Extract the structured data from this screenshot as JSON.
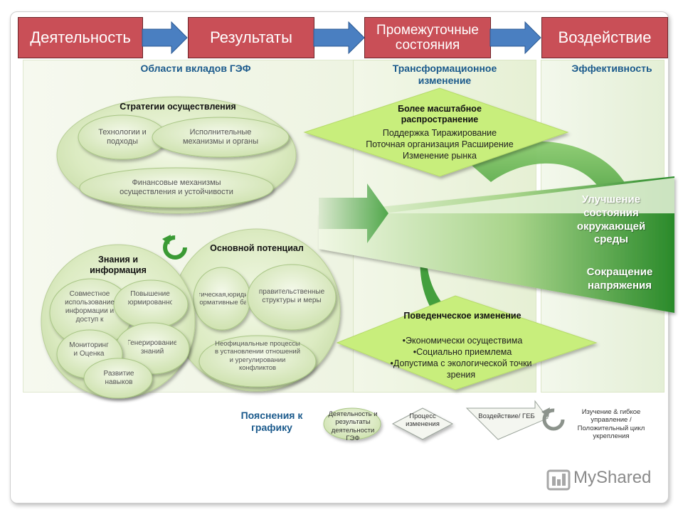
{
  "header": {
    "activity": "Деятельность",
    "results": "Результаты",
    "intermediate": "Промежуточные состояния",
    "impact": "Воздействие"
  },
  "sections": {
    "gef_areas": "Области вкладов ГЭФ",
    "transformational": "Трансформационное изменение",
    "effectiveness": "Эффективность"
  },
  "strategies": {
    "title": "Стратегии осуществления",
    "technologies": "Технологии и подходы",
    "executive": "Исполнительные механизмы и органы",
    "financial": "Финансовые механизмы осуществления и устойчивости"
  },
  "knowledge": {
    "title": "Знания и информация",
    "shared_use": "Совместное использование информации и доступ к",
    "increase": "Повышение информированности",
    "monitoring": "Мониторинг и Оценка",
    "generation": "Генерирование знаний",
    "skills": "Развитие навыков"
  },
  "capacity": {
    "title": "Основной потенциал",
    "strategic": "Стратегическая,юридическая и нормативные базы",
    "government": "правительственные структуры и меры",
    "informal": "Неофициальные процессы в установлении отношений и урегулировании конфликтов"
  },
  "broader": {
    "title": "Более масштабное распространение",
    "line1": "Поддержка Тиражирование",
    "line2": "Поточная организация Расширение",
    "line3": "Изменение рынка"
  },
  "behavioral": {
    "title": "Поведенческое изменение",
    "items": [
      "•Экономически осуществима",
      "•Социально приемлема",
      "•Допустима с экологической точки зрения"
    ]
  },
  "outcomes": {
    "improvement": "Улучшение состояния окружающей среды",
    "reduction": "Сокращение напряжения"
  },
  "legend": {
    "title": "Пояснения к графику",
    "activity_results": "Деятельность и результаты деятельности ГЭФ",
    "process": "Процесс изменения",
    "impact": "Воздействие/ ГЕБ",
    "learning": "Изучение & гибкое управление / Положительный цикл укрепления"
  },
  "watermark": {
    "brand": "MyShared"
  },
  "colors": {
    "header_red": "#c94f57",
    "arrow_blue": "#4a7fc1",
    "light_green": "#c8ee88",
    "dark_green": "#2e8a2a",
    "title_blue": "#1b5a8c"
  }
}
